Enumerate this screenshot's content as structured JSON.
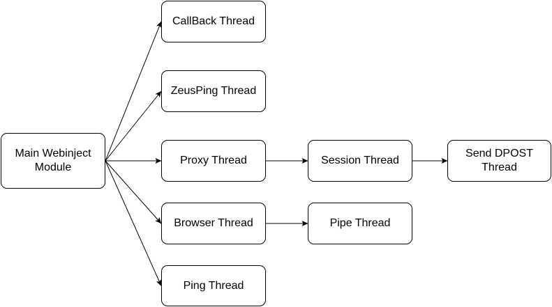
{
  "diagram": {
    "colors": {
      "stroke": "#000000",
      "fill": "#ffffff",
      "text": "#000000"
    },
    "nodes": {
      "main": "Main Webinject\nModule",
      "callback": "CallBack Thread",
      "zeusping": "ZeusPing Thread",
      "proxy": "Proxy Thread",
      "browser": "Browser Thread",
      "ping": "Ping Thread",
      "session": "Session Thread",
      "send_dpost": "Send DPOST\nThread",
      "pipe": "Pipe Thread"
    },
    "edges": [
      {
        "from": "main",
        "to": "callback"
      },
      {
        "from": "main",
        "to": "zeusping"
      },
      {
        "from": "main",
        "to": "proxy"
      },
      {
        "from": "main",
        "to": "browser"
      },
      {
        "from": "main",
        "to": "ping"
      },
      {
        "from": "proxy",
        "to": "session"
      },
      {
        "from": "session",
        "to": "send_dpost"
      },
      {
        "from": "browser",
        "to": "pipe"
      }
    ]
  }
}
